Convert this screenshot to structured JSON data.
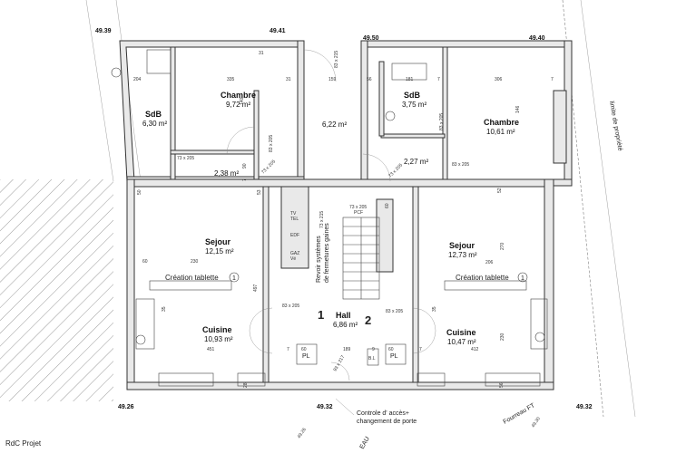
{
  "levels": [
    "49.39",
    "49.41",
    "49.50",
    "49.40",
    "49.26",
    "49.32",
    "49.32",
    "49.26",
    "49.30"
  ],
  "rooms": {
    "sdb_left": {
      "name": "SdB",
      "area": "6,30 m²"
    },
    "chambre_left": {
      "name": "Chambre",
      "area": "9,72 m²"
    },
    "degagement_left": {
      "area": "2,38 m²"
    },
    "couloir": {
      "area": "6,22 m²"
    },
    "sdb_right": {
      "name": "SdB",
      "area": "3,75 m²"
    },
    "chambre_right": {
      "name": "Chambre",
      "area": "10,61 m²"
    },
    "degagement_right": {
      "area": "2,27 m²"
    },
    "sejour_left": {
      "name": "Sejour",
      "area": "12,15 m²"
    },
    "sejour_right": {
      "name": "Sejour",
      "area": "12,73 m²"
    },
    "cuisine_left": {
      "name": "Cuisine",
      "area": "10,93 m²"
    },
    "cuisine_right": {
      "name": "Cuisine",
      "area": "10,47 m²"
    },
    "hall": {
      "name": "Hall",
      "area": "6,86 m²"
    }
  },
  "tablette": {
    "label": "Création tablette",
    "num": "1"
  },
  "lot_numbers": [
    "1",
    "2"
  ],
  "revoir": [
    "Revoir systèmes",
    "de fermetures gaines"
  ],
  "gaine_labels": [
    "TV",
    "TEL",
    "EDF",
    "GAZ",
    "Vé"
  ],
  "pl": "PL",
  "bl": "B.L",
  "pcf": "PCF",
  "doors": [
    "73 x 205",
    "83 x 215",
    "83 x 205",
    "73 x 215",
    "73 x 205",
    "83 x 205",
    "73 x 205",
    "83 x 205",
    "73 x 205",
    "83 x 205",
    "83 x 205",
    "93 x 217"
  ],
  "dims": [
    "204",
    "335",
    "31",
    "159",
    "56",
    "181",
    "7",
    "306",
    "7",
    "31",
    "146",
    "140",
    "230",
    "60",
    "497",
    "35",
    "451",
    "7",
    "60",
    "189",
    "9",
    "60",
    "412",
    "7",
    "206",
    "270",
    "230",
    "35",
    "52",
    "50",
    "60",
    "28",
    "56",
    "90",
    "7",
    "53"
  ],
  "controle": [
    "Controle d' accès+",
    "changement de porte"
  ],
  "limite": "limite de propriété",
  "fourreau": "Fourreau FT",
  "eau": "EAU",
  "footer": "RdC Projet"
}
